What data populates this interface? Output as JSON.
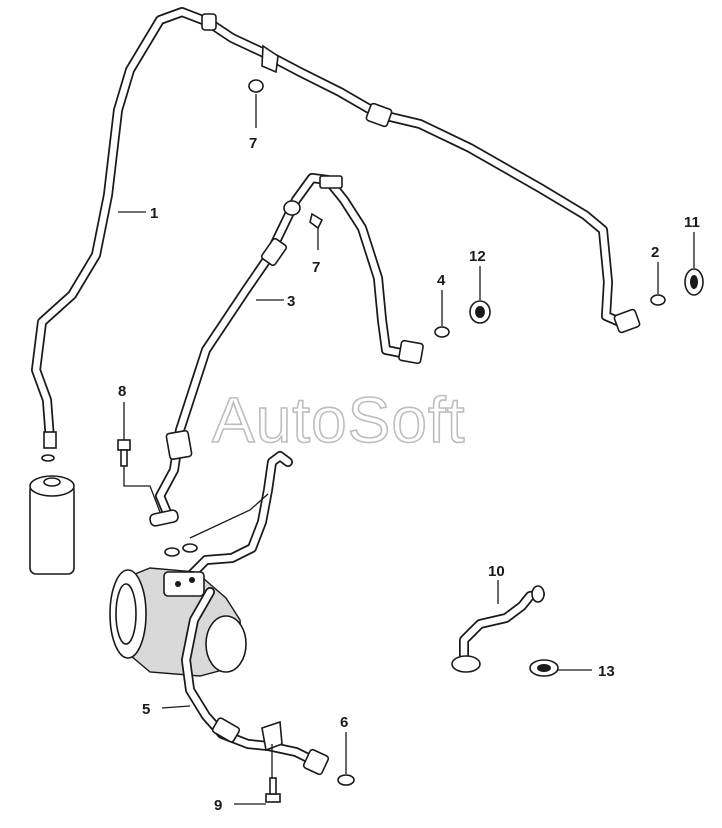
{
  "watermark": "AutoSoft",
  "callouts": [
    {
      "id": "1",
      "label": "1"
    },
    {
      "id": "2",
      "label": "2"
    },
    {
      "id": "3",
      "label": "3"
    },
    {
      "id": "4",
      "label": "4"
    },
    {
      "id": "5",
      "label": "5"
    },
    {
      "id": "6",
      "label": "6"
    },
    {
      "id": "7a",
      "label": "7"
    },
    {
      "id": "7b",
      "label": "7"
    },
    {
      "id": "8",
      "label": "8"
    },
    {
      "id": "9",
      "label": "9"
    },
    {
      "id": "10",
      "label": "10"
    },
    {
      "id": "11",
      "label": "11"
    },
    {
      "id": "12",
      "label": "12"
    },
    {
      "id": "13",
      "label": "13"
    }
  ],
  "colors": {
    "line": "#1a1a1a",
    "watermark": "#bdbdbd",
    "background": "#ffffff"
  }
}
